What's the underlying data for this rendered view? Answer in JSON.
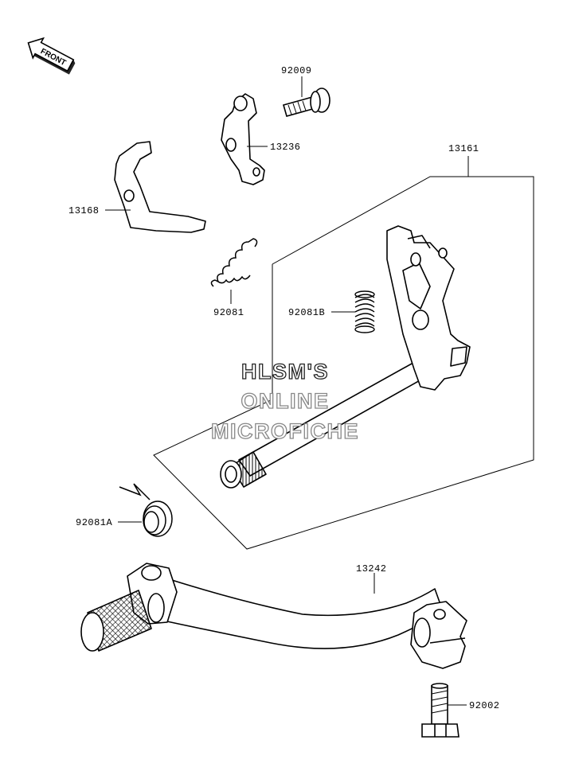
{
  "front_arrow": {
    "text": "FRONT"
  },
  "parts": {
    "p92009": "92009",
    "p13236": "13236",
    "p13161": "13161",
    "p13168": "13168",
    "p92081": "92081",
    "p92081B": "92081B",
    "p92081A": "92081A",
    "p13242": "13242",
    "p92002": "92002"
  },
  "watermark": {
    "line1": "HLSM'S",
    "line2": "ONLINE",
    "line3": "MICROFICHE"
  },
  "colors": {
    "ink": "#000000",
    "watermark_outline": "#888888",
    "background": "#ffffff"
  }
}
